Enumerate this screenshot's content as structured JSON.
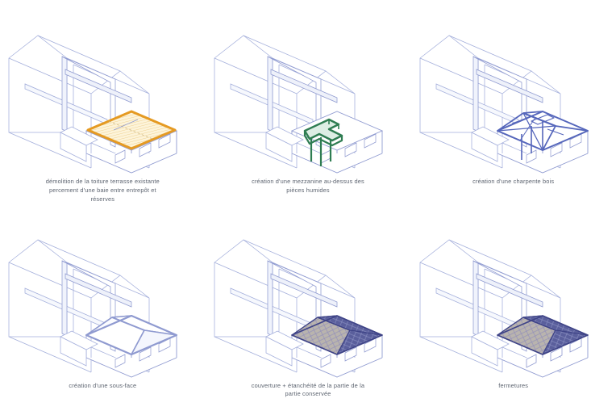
{
  "document": {
    "title": "phasage de travaux - axonométries",
    "background_color": "#ffffff"
  },
  "palette": {
    "wireframe_line": "#9aa6d6",
    "wireframe_line_light": "#b9c2e4",
    "solid_line": "#7f8ec9",
    "highlight_orange": "#e59a22",
    "highlight_orange_fill": "#fdf2d4",
    "highlight_green": "#2f7d52",
    "highlight_green_fill": "#d8ece0",
    "timber_blue": "#5566bb",
    "roof_tile_dark": "#4a4f93",
    "roof_tile_light": "#b9b3ad",
    "caption_text": "#5d6470",
    "wall_fill": "#ffffff",
    "wall_fill_shade": "#f4f6fc"
  },
  "panels": [
    {
      "index": 1,
      "id": "panel-demolition-toiture",
      "caption": "démolition de la toiture terrasse existante percement d'une baie entre entrepôt et réserves",
      "caption_lines": [
        "démolition de la toiture terrasse existante",
        "percement d'une baie entre entrepôt et",
        "réserves"
      ],
      "highlight": {
        "name": "roof-terrace-demolition-zone",
        "color": "#e59a22",
        "fill": "#fdf2d4",
        "shape": "hatched-roof-slab"
      }
    },
    {
      "index": 2,
      "id": "panel-mezzanine",
      "caption": "création d'une mezzanine au-dessus des pièces humides",
      "caption_lines": [
        "création d'une mezzanine au-dessus des",
        "pièces humides"
      ],
      "highlight": {
        "name": "mezzanine-platform",
        "color": "#2f7d52",
        "fill": "#d8ece0",
        "shape": "t-shaped-platform-on-posts"
      }
    },
    {
      "index": 3,
      "id": "panel-charpente-bois",
      "caption": "création d'une charpente bois",
      "caption_lines": [
        "création d'une charpente bois"
      ],
      "highlight": {
        "name": "timber-hip-roof-frame",
        "color": "#5566bb",
        "fill": "none",
        "shape": "hip-rafters-and-ridge"
      }
    },
    {
      "index": 4,
      "id": "panel-sous-face",
      "caption": "création d'une sous-face",
      "caption_lines": [
        "création d'une sous-face"
      ],
      "highlight": {
        "name": "roof-soffit-surface",
        "color": "#8f9ad0",
        "fill": "#ffffff",
        "shape": "hip-roof-planes"
      }
    },
    {
      "index": 5,
      "id": "panel-couverture-etancheite",
      "caption": "couverture + étanchéité de la partie de la partie conservée",
      "caption_lines": [
        "couverture + étanchéité de la partie de la",
        "partie conservée"
      ],
      "highlight": {
        "name": "tiled-roof-covering",
        "color": "#4a4f93",
        "fill": "#b9b3ad",
        "shape": "tiled-hip-roof"
      }
    },
    {
      "index": 6,
      "id": "panel-fermetures",
      "caption": "fermetures",
      "caption_lines": [
        "fermetures"
      ],
      "highlight": {
        "name": "closed-building-envelope",
        "color": "#4a4f93",
        "fill": "#b9b3ad",
        "shape": "tiled-hip-roof-with-openings"
      }
    }
  ],
  "drawing_elements": {
    "existing_building": "wireframe gable volume (hangar) drawn in light periwinkle lines",
    "extension_block": "lower annex volume at front-right with hip roof",
    "windows": 3,
    "window_shape": "parallelogram opening on front wall",
    "projection": "axonometric / isometric"
  }
}
